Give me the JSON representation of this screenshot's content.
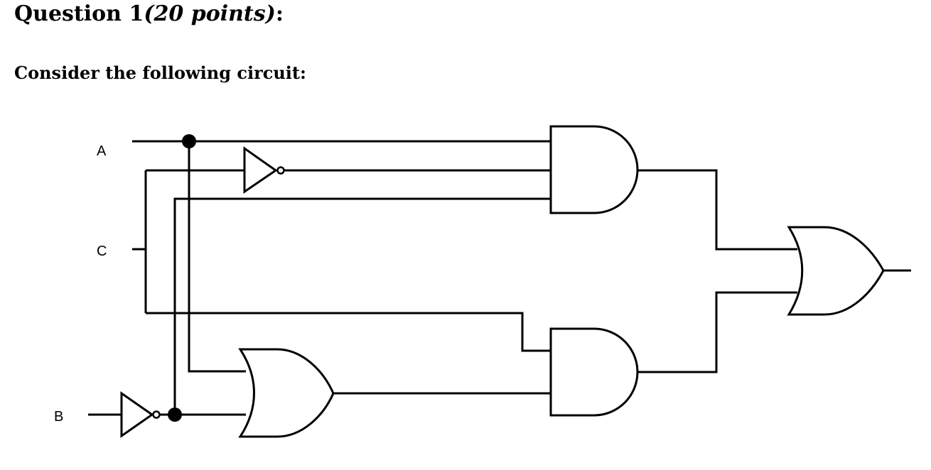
{
  "question": {
    "title": "Question 1",
    "points": "(20 points)",
    "colon": ":",
    "prompt": "Consider the following circuit:"
  },
  "circuit": {
    "inputs": [
      {
        "name": "a",
        "label": "A"
      },
      {
        "name": "c",
        "label": "C"
      },
      {
        "name": "b",
        "label": "B"
      }
    ],
    "gates": [
      {
        "name": "not-a-top",
        "type": "NOT"
      },
      {
        "name": "not-b",
        "type": "NOT"
      },
      {
        "name": "and-top",
        "type": "AND"
      },
      {
        "name": "and-bottom",
        "type": "AND"
      },
      {
        "name": "or-left",
        "type": "OR"
      },
      {
        "name": "or-output",
        "type": "OR"
      }
    ]
  }
}
